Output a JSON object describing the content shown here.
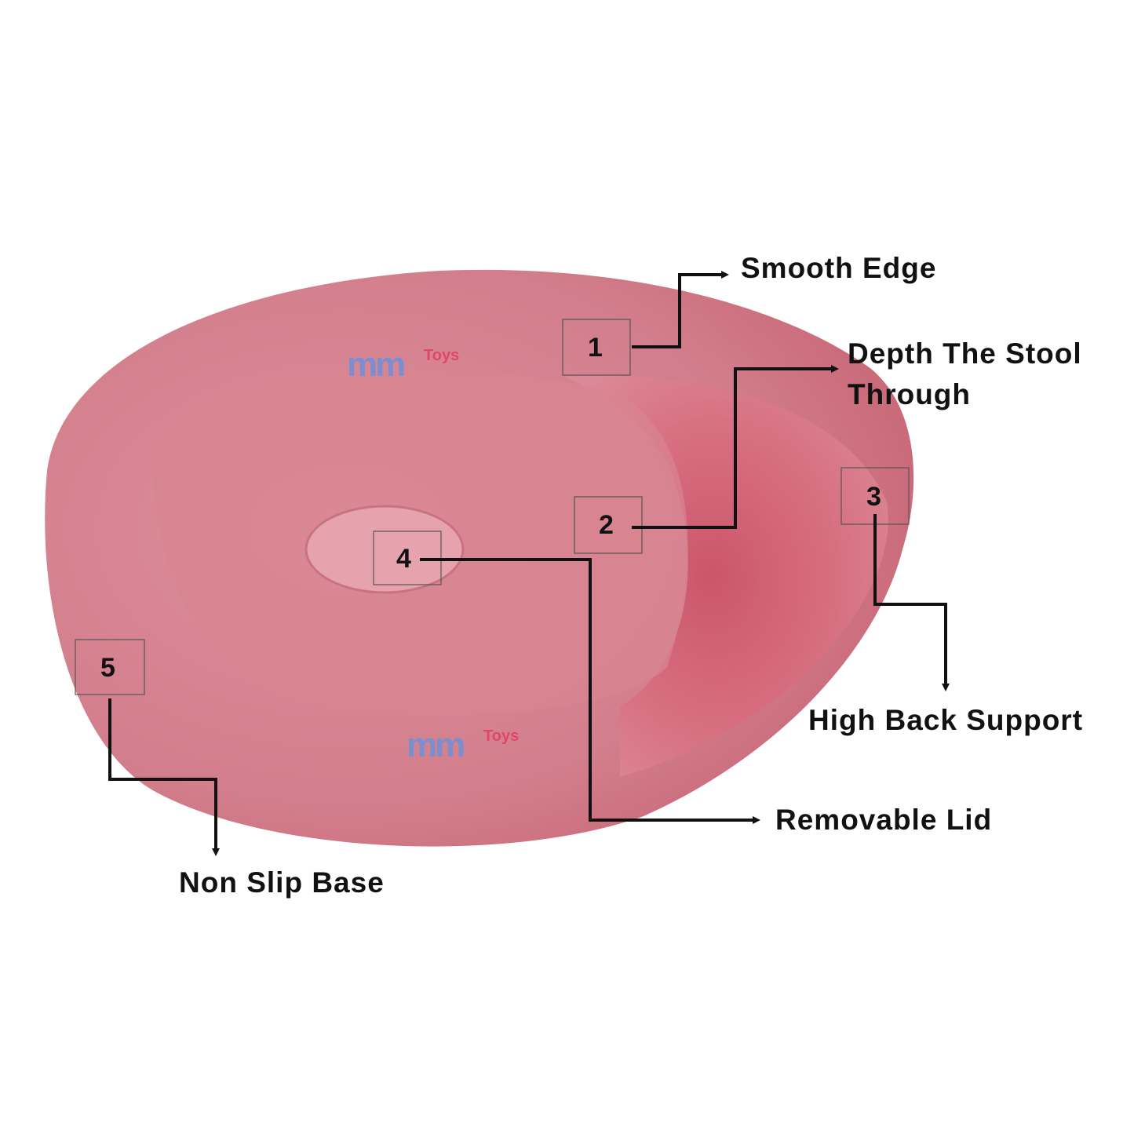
{
  "callouts": [
    {
      "number": "1",
      "label": "Smooth Edge"
    },
    {
      "number": "2",
      "label_line1": "Depth The Stool",
      "label_line2": "Through"
    },
    {
      "number": "3",
      "label": "High Back Support"
    },
    {
      "number": "4",
      "label": "Removable Lid"
    },
    {
      "number": "5",
      "label": "Non Slip Base"
    }
  ],
  "watermark": {
    "brand": "mm",
    "suffix": "Toys"
  },
  "colors": {
    "body": "#d7808e",
    "shadow": "#c4485e",
    "line": "#111111"
  }
}
